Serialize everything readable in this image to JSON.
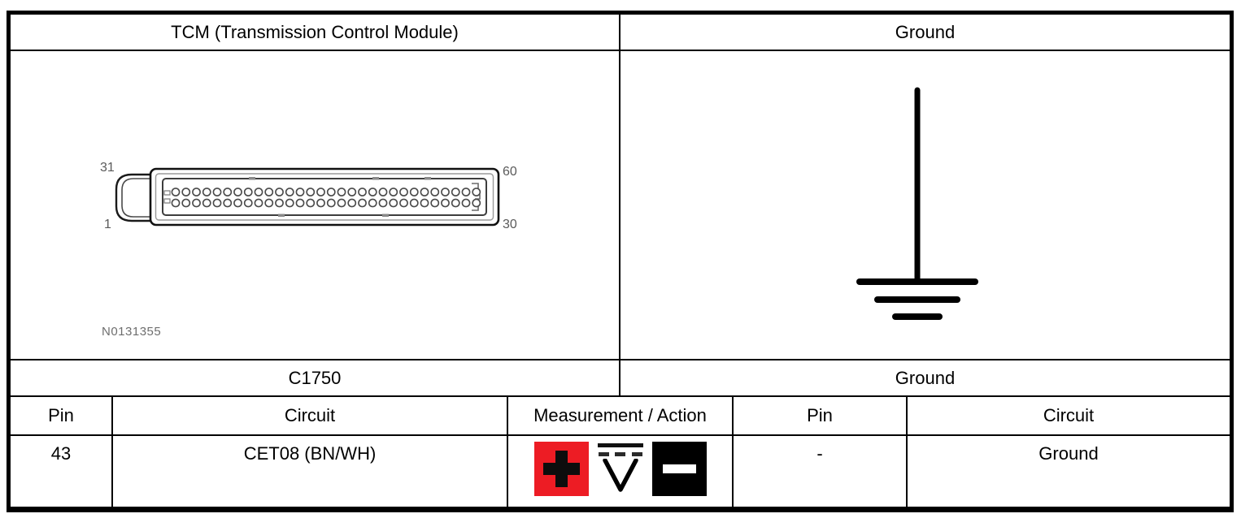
{
  "top_section": {
    "left_header": "TCM (Transmission Control Module)",
    "right_header": "Ground",
    "left_caption": "C1750",
    "right_caption": "Ground"
  },
  "connector": {
    "figure_id": "N0131355",
    "rows": 2,
    "pins_per_row": 30,
    "pin_labels": {
      "top_left": "31",
      "bottom_left": "1",
      "top_right": "60",
      "bottom_right": "30"
    }
  },
  "ground_symbol": {
    "name": "ground-symbol"
  },
  "pin_table": {
    "headers": {
      "pin_left": "Pin",
      "circuit_left": "Circuit",
      "measurement": "Measurement / Action",
      "pin_right": "Pin",
      "circuit_right": "Circuit"
    },
    "row": {
      "pin_left": "43",
      "circuit_left": "CET08 (BN/WH)",
      "measurement_icons": [
        "positive-probe",
        "dc-voltmeter",
        "negative-probe"
      ],
      "pin_right": "-",
      "circuit_right": "Ground"
    }
  },
  "colors": {
    "positive_probe": "#ED1C24",
    "negative_probe": "#000000",
    "grid_line": "#000000",
    "connector_ink": "#4a4a4a",
    "label_gray": "#6e6e6e"
  }
}
